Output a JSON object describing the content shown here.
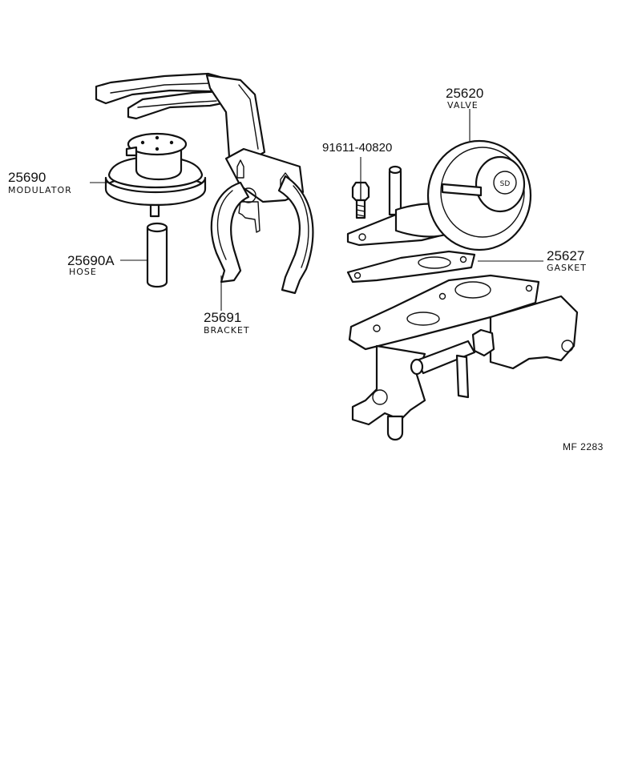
{
  "parts": [
    {
      "id": "modulator",
      "number": "25690",
      "name": "MODULATOR"
    },
    {
      "id": "hose",
      "number": "25690A",
      "name": "HOSE"
    },
    {
      "id": "bracket",
      "number": "25691",
      "name": "BRACKET"
    },
    {
      "id": "bolt",
      "number": "91611-40820",
      "name": ""
    },
    {
      "id": "valve",
      "number": "25620",
      "name": "VALVE"
    },
    {
      "id": "gasket",
      "number": "25627",
      "name": "GASKET"
    }
  ],
  "valve_stamp": "SD",
  "reference_code": "MF 2283"
}
